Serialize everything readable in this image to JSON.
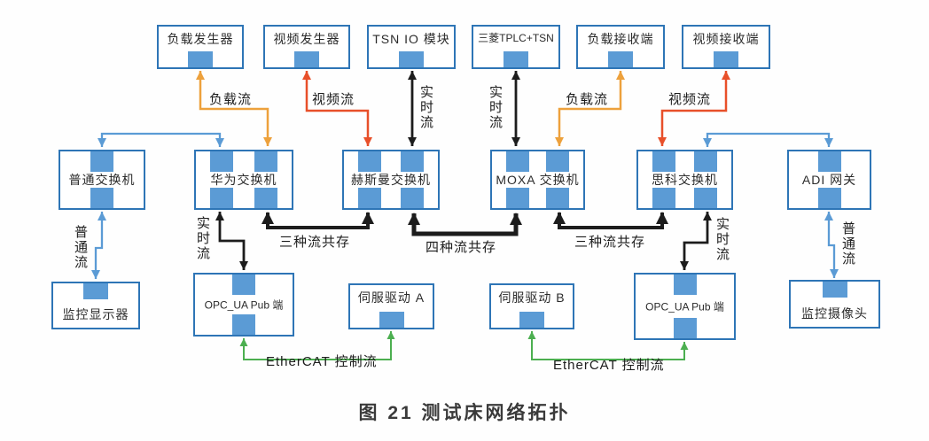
{
  "caption": "图 21 测试床网络拓扑",
  "colors": {
    "box_border": "#2e75b6",
    "port_fill": "#5b9bd5",
    "flow_normal_blue": "#5b9bd5",
    "flow_load_orange": "#eda13c",
    "flow_video_red": "#e8502a",
    "flow_realtime_black": "#1c1c1c",
    "flow_ethercat_green": "#4caf50"
  },
  "nodes": {
    "load_generator": "负载发生器",
    "video_generator": "视频发生器",
    "tsn_io": "TSN IO 模块",
    "mitsubishi": "三菱TPLC+TSN",
    "load_receiver": "负载接收端",
    "video_receiver": "视频接收端",
    "normal_switch": "普通交换机",
    "huawei_switch": "华为交换机",
    "hirschmann_switch": "赫斯曼交换机",
    "moxa_switch": "MOXA 交换机",
    "cisco_switch": "思科交换机",
    "adi_gateway": "ADI 网关",
    "monitor_display": "监控显示器",
    "opc_ua_left": "OPC_UA Pub 端",
    "servo_a": "伺服驱动 A",
    "servo_b": "伺服驱动 B",
    "opc_ua_right": "OPC_UA Pub 端",
    "camera": "监控摄像头"
  },
  "flow_labels": {
    "load_left": "负载流",
    "video_left": "视频流",
    "realtime_tsn": "实时流",
    "realtime_mitsubishi": "实时流",
    "load_right": "负载流",
    "video_right": "视频流",
    "normal_left": "普通流",
    "realtime_huawei": "实时流",
    "coexist3_left": "三种流共存",
    "coexist4": "四种流共存",
    "coexist3_right": "三种流共存",
    "realtime_cisco": "实时流",
    "normal_right": "普通流",
    "ethercat_left": "EtherCAT 控制流",
    "ethercat_right": "EtherCAT 控制流"
  }
}
